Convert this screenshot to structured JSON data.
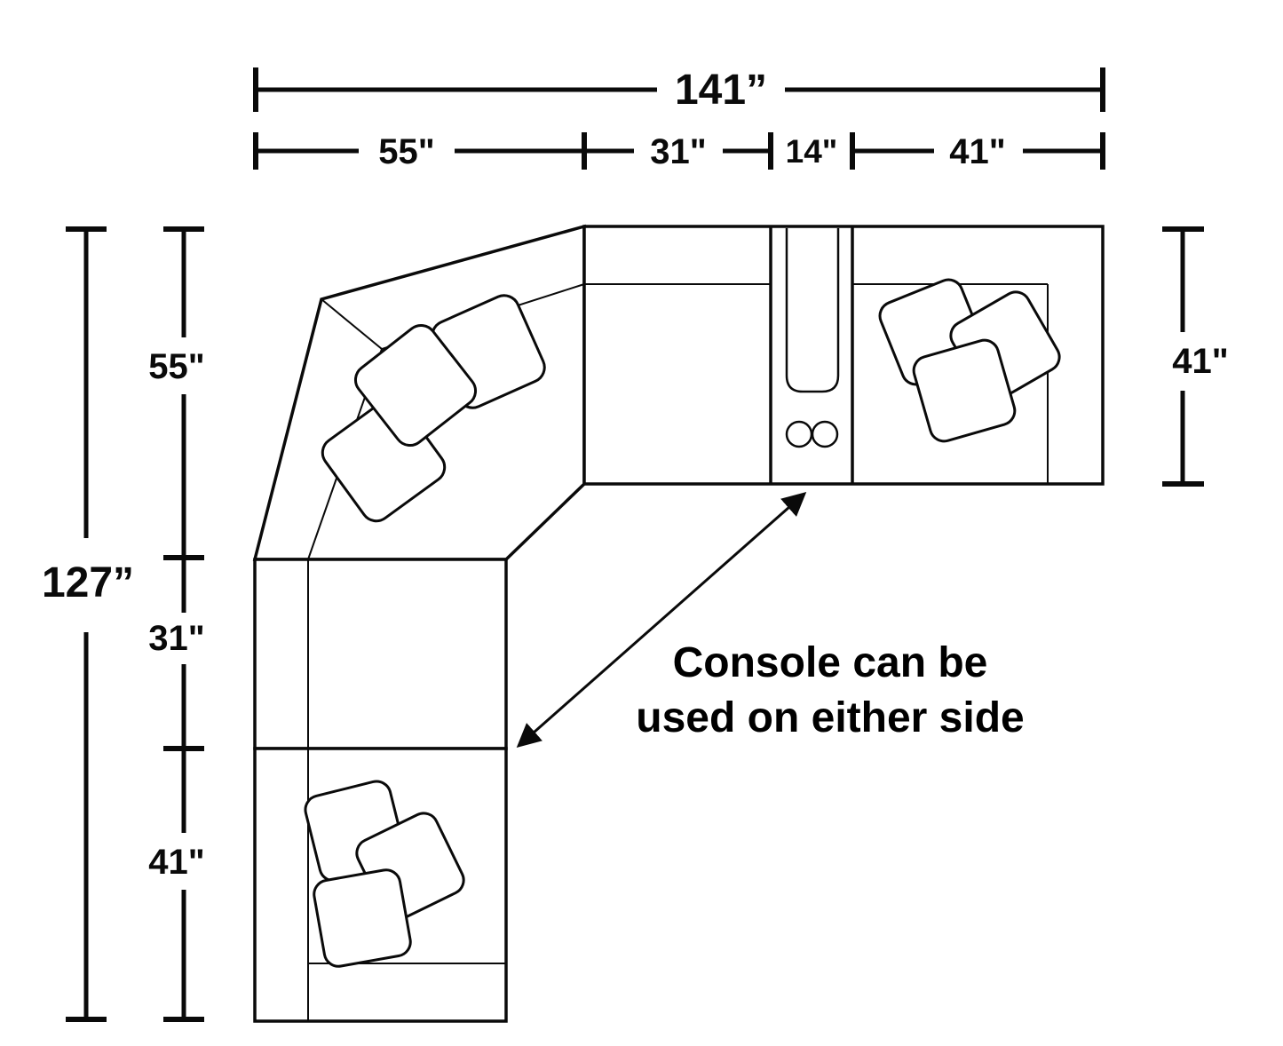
{
  "diagram": {
    "type": "sectional-sofa-dimension-plan",
    "overall": {
      "width_label": "141”",
      "height_label": "127”"
    },
    "top_dimensions": [
      "55\"",
      "31\"",
      "14\"",
      "41\""
    ],
    "left_dimensions": [
      "55\"",
      "31\"",
      "41\""
    ],
    "right_dimension": "41\"",
    "annotation": {
      "line1": "Console can be",
      "line2": "used on either side"
    },
    "colors": {
      "line": "#0a0a0a",
      "background": "#ffffff"
    }
  }
}
